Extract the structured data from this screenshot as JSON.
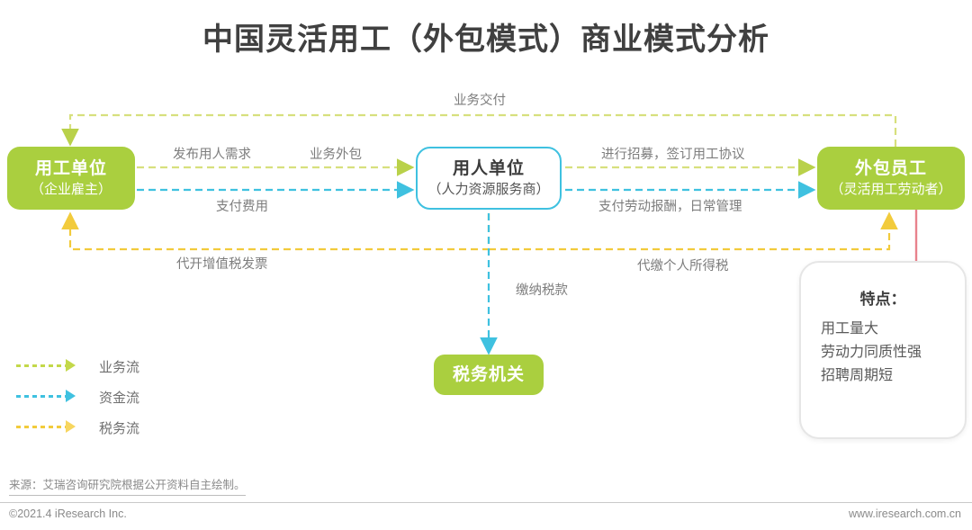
{
  "header": {
    "title": "中国灵活用工（外包模式）商业模式分析"
  },
  "colors": {
    "green": "#aacf3f",
    "business_flow": "#c3d84a",
    "capital_flow": "#3fc1e0",
    "tax_flow": "#f2cb3c",
    "feature_link": "#e8828c",
    "label_text": "#7d7d7d"
  },
  "nodes": {
    "employer": {
      "line1": "用工单位",
      "line2": "（企业雇主）"
    },
    "agency": {
      "line1": "用人单位",
      "line2": "（人力资源服务商）"
    },
    "worker": {
      "line1": "外包员工",
      "line2": "（灵活用工劳动者）"
    },
    "tax_authority": {
      "line1": "税务机关",
      "line2": ""
    }
  },
  "flows": [
    {
      "id": "business-delivery",
      "label": "业务交付",
      "type": "business"
    },
    {
      "id": "post-demand",
      "label": "发布用人需求",
      "type": "business"
    },
    {
      "id": "business-outsourcing",
      "label": "业务外包",
      "type": "business"
    },
    {
      "id": "pay-fee",
      "label": "支付费用",
      "type": "capital"
    },
    {
      "id": "recruit-sign",
      "label": "进行招募，签订用工协议",
      "type": "business"
    },
    {
      "id": "pay-labor",
      "label": "支付劳动报酬，日常管理",
      "type": "capital"
    },
    {
      "id": "vat-invoice",
      "label": "代开增值税发票",
      "type": "tax"
    },
    {
      "id": "withhold-income-tax",
      "label": "代缴个人所得税",
      "type": "tax"
    },
    {
      "id": "pay-tax",
      "label": "缴纳税款",
      "type": "capital"
    }
  ],
  "feature_box": {
    "heading": "特点：",
    "items": [
      "用工量大",
      "劳动力同质性强",
      "招聘周期短"
    ]
  },
  "legend": {
    "items": [
      {
        "label": "业务流",
        "color": "#c3d84a"
      },
      {
        "label": "资金流",
        "color": "#3fc1e0"
      },
      {
        "label": "税务流",
        "color": "#f2cb3c"
      }
    ]
  },
  "footer": {
    "source": "来源：艾瑞咨询研究院根据公开资料自主绘制。",
    "copyright": "©2021.4 iResearch Inc.",
    "url": "www.iresearch.com.cn"
  }
}
